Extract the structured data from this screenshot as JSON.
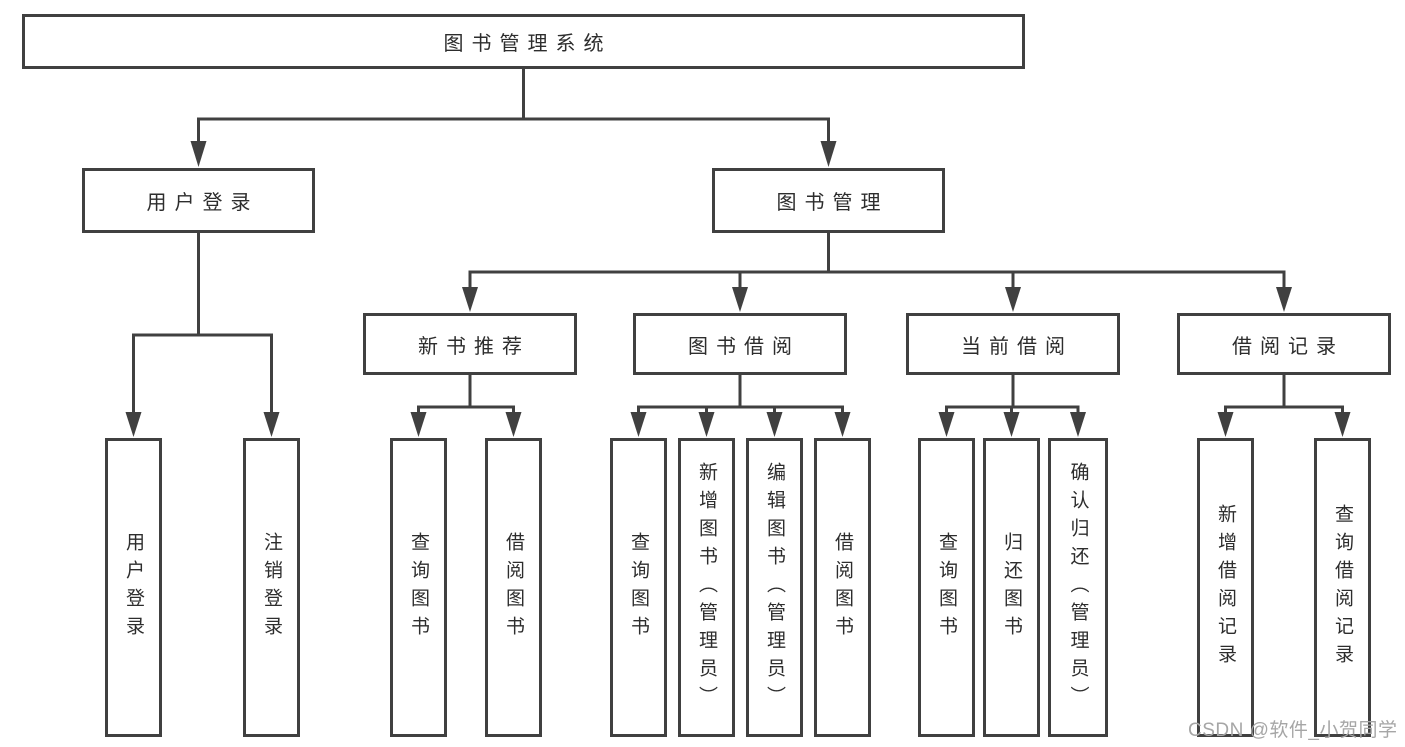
{
  "colors": {
    "background": "#ffffff",
    "box_border": "#404040",
    "connector": "#404040",
    "text": "#2d2d2d",
    "watermark": "#a6a6a6"
  },
  "tree": {
    "root": {
      "label": "图书管理系统",
      "children": [
        {
          "label": "用户登录",
          "children": [
            {
              "label": "用户登录"
            },
            {
              "label": "注销登录"
            }
          ]
        },
        {
          "label": "图书管理",
          "children": [
            {
              "label": "新书推荐",
              "children": [
                {
                  "label": "查询图书"
                },
                {
                  "label": "借阅图书"
                }
              ]
            },
            {
              "label": "图书借阅",
              "children": [
                {
                  "label": "查询图书"
                },
                {
                  "label": "新增图书（管理员）"
                },
                {
                  "label": "编辑图书（管理员）"
                },
                {
                  "label": "借阅图书"
                }
              ]
            },
            {
              "label": "当前借阅",
              "children": [
                {
                  "label": "查询图书"
                },
                {
                  "label": "归还图书"
                },
                {
                  "label": "确认归还（管理员）"
                }
              ]
            },
            {
              "label": "借阅记录",
              "children": [
                {
                  "label": "新增借阅记录"
                },
                {
                  "label": "查询借阅记录"
                }
              ]
            }
          ]
        }
      ]
    }
  },
  "watermark": {
    "text": "CSDN @软件_小贺同学"
  }
}
